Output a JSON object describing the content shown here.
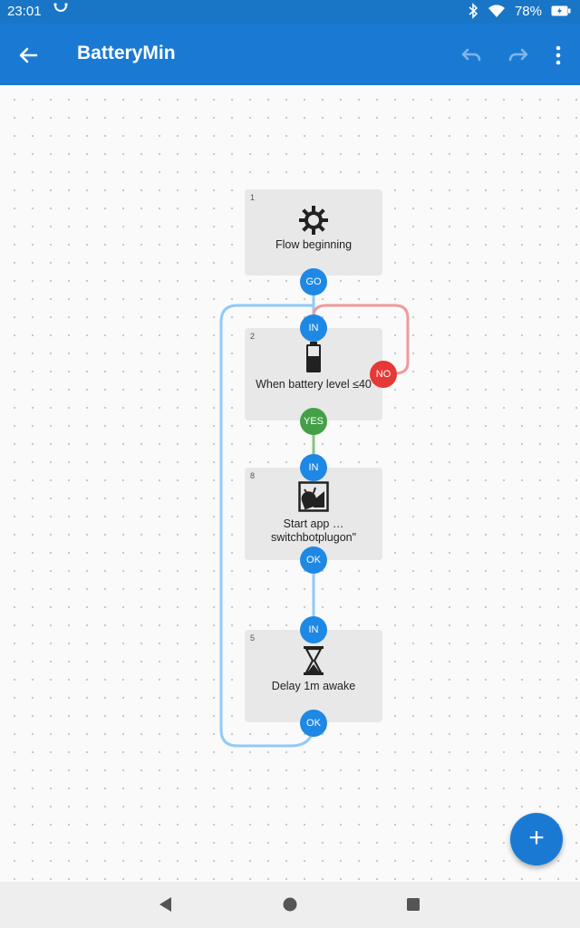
{
  "status_bar": {
    "time": "23:01",
    "battery_percent": "78%",
    "icons": [
      "sync-icon",
      "bluetooth-icon",
      "wifi-icon",
      "battery-icon"
    ]
  },
  "app_bar": {
    "title": "BatteryMin",
    "actions": [
      "back-icon",
      "undo-icon",
      "redo-icon",
      "more-vert-icon"
    ]
  },
  "flow": {
    "blocks": [
      {
        "number": "1",
        "label": "Flow beginning",
        "icon": "gear-icon",
        "ports": {
          "out": "GO"
        }
      },
      {
        "number": "2",
        "label": "When battery level ≤40",
        "icon": "battery-icon",
        "ports": {
          "in": "IN",
          "yes": "YES",
          "no": "NO"
        }
      },
      {
        "number": "8",
        "label": "Start app … switchbotplugon\"",
        "icon": "android-app-icon",
        "ports": {
          "in": "IN",
          "out": "OK"
        }
      },
      {
        "number": "5",
        "label": "Delay 1m awake",
        "icon": "hourglass-icon",
        "ports": {
          "in": "IN",
          "out": "OK"
        }
      }
    ],
    "colors": {
      "port_blue": "#1e88e5",
      "port_green": "#43a047",
      "port_red": "#e53935",
      "line_blue": "#90caf9",
      "line_red": "#ef9a9a",
      "line_green": "#81c784"
    }
  },
  "fab": {
    "label": "+"
  },
  "nav_bar": {
    "buttons": [
      "back-triangle-icon",
      "home-circle-icon",
      "recents-square-icon"
    ]
  }
}
